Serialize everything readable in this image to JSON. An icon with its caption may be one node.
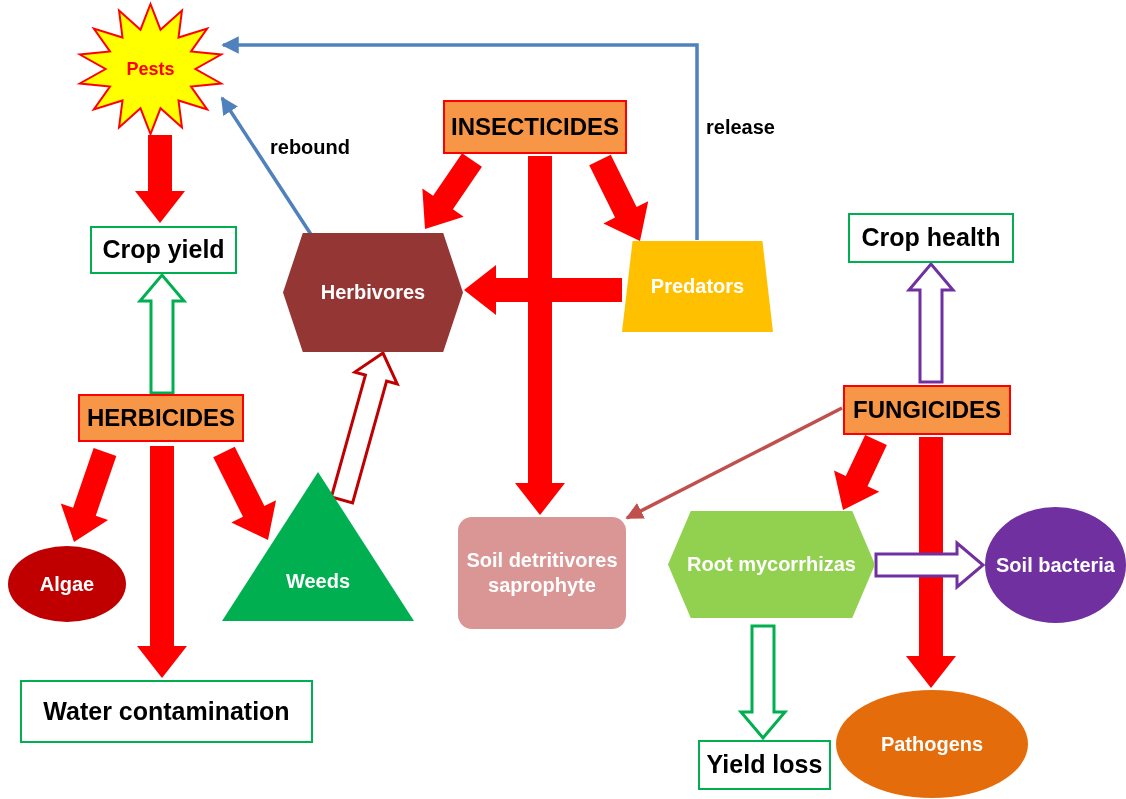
{
  "diagram": {
    "nodes": [
      {
        "text": [
          "Pests"
        ]
      },
      {
        "text": [
          "Crop yield"
        ]
      },
      {
        "text": [
          "HERBICIDES"
        ]
      },
      {
        "text": [
          "INSECTICIDES"
        ]
      },
      {
        "text": [
          "Herbivores"
        ]
      },
      {
        "text": [
          "Predators"
        ]
      },
      {
        "text": [
          "Crop health"
        ]
      },
      {
        "text": [
          "FUNGICIDES"
        ]
      },
      {
        "text": [
          "Algae"
        ]
      },
      {
        "text": [
          "Weeds"
        ]
      },
      {
        "text": [
          "Water contamination"
        ]
      },
      {
        "text": [
          "Soil detritivores saprophyte"
        ]
      },
      {
        "text": [
          "Root mycorrhizas"
        ]
      },
      {
        "text": [
          "Soil bacteria"
        ]
      },
      {
        "text": [
          "Yield loss"
        ]
      },
      {
        "text": [
          "Pathogens"
        ]
      }
    ],
    "edges": [
      {
        "from": 0,
        "to": 1,
        "arrow": "to",
        "style": "thick"
      },
      {
        "from": 2,
        "to": 1,
        "arrow": "to",
        "style": "thick",
        "color": "#00b050"
      },
      {
        "from": 2,
        "to": 8,
        "arrow": "to",
        "style": "thick"
      },
      {
        "from": 2,
        "to": 10,
        "arrow": "to",
        "style": "thick"
      },
      {
        "from": 2,
        "to": 9,
        "arrow": "to",
        "style": "thick"
      },
      {
        "from": 9,
        "to": 4,
        "arrow": "to",
        "style": "thick",
        "color": "#c00000"
      },
      {
        "from": 4,
        "to": 0,
        "arrow": "to",
        "label": "rebound",
        "color": "#4f81bd"
      },
      {
        "from": 5,
        "to": 0,
        "arrow": "to",
        "label": "release",
        "color": "#4f81bd"
      },
      {
        "from": 3,
        "to": 4,
        "arrow": "to",
        "style": "thick"
      },
      {
        "from": 3,
        "to": 5,
        "arrow": "to",
        "style": "thick"
      },
      {
        "from": 3,
        "to": 11,
        "arrow": "to",
        "style": "thick"
      },
      {
        "from": 5,
        "to": 4,
        "arrow": "to",
        "style": "thick"
      },
      {
        "from": 7,
        "to": 11,
        "arrow": "to",
        "color": "#c0504d"
      },
      {
        "from": 7,
        "to": 6,
        "arrow": "to",
        "style": "thick",
        "color": "#7030a0"
      },
      {
        "from": 7,
        "to": 12,
        "arrow": "to",
        "style": "thick"
      },
      {
        "from": 7,
        "to": 15,
        "arrow": "to",
        "style": "thick"
      },
      {
        "from": 12,
        "to": 13,
        "arrow": "to",
        "style": "thick",
        "color": "#7030a0"
      },
      {
        "from": 12,
        "to": 14,
        "arrow": "to",
        "style": "thick",
        "color": "#00b050"
      }
    ]
  }
}
